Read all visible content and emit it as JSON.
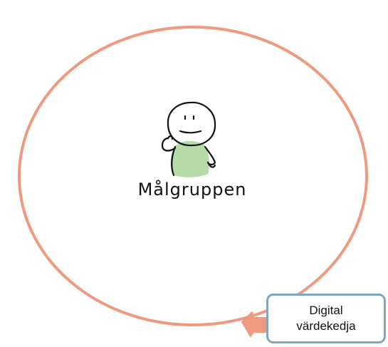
{
  "diagram": {
    "center_label": "Målgruppen",
    "callout": {
      "line1": "Digital",
      "line2": "värdekedja"
    },
    "colors": {
      "ellipse_stroke": "#ef9a7e",
      "arrow_fill": "#ef9a7e",
      "callout_border": "#7fa7c2",
      "figure_body": "#b7dba7",
      "figure_stroke": "#111111"
    },
    "icons": [
      "person-figure-icon",
      "pointer-arrow-icon"
    ]
  }
}
